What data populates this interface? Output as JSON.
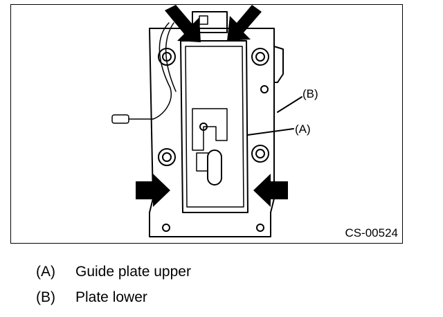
{
  "figure": {
    "callouts": {
      "a": "(A)",
      "b": "(B)"
    },
    "code": "CS-00524"
  },
  "legend": [
    {
      "key": "(A)",
      "text": "Guide plate upper"
    },
    {
      "key": "(B)",
      "text": "Plate lower"
    }
  ]
}
